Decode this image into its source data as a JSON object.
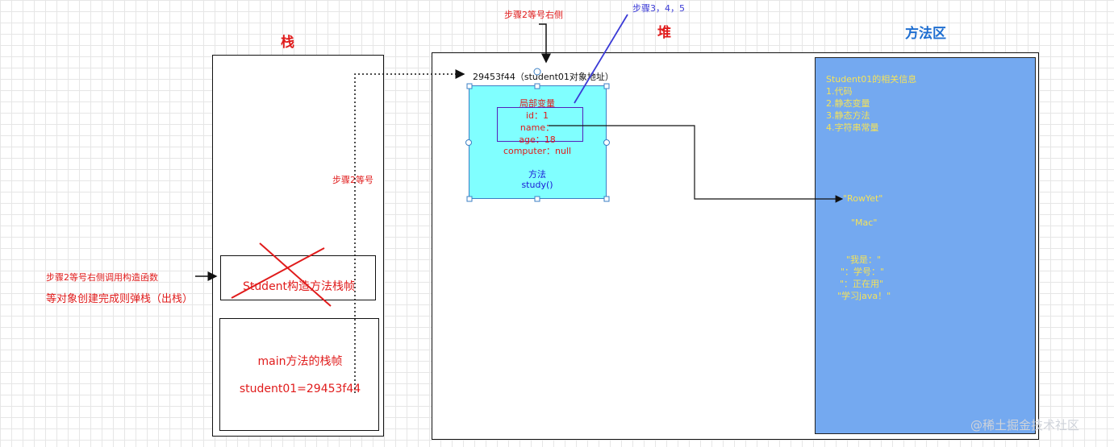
{
  "sections": {
    "stack": "栈",
    "heap": "堆",
    "method_area": "方法区"
  },
  "annotations": {
    "step2_right": "步骤2等号右侧",
    "step345": "步骤3，4，5",
    "step2_equals": "步骤2等号",
    "constructor_note_1": "步骤2等号右侧调用构造函数",
    "constructor_note_2": "等对象创建完成则弹栈（出栈）"
  },
  "heap": {
    "address_label": "29453f44（student01对象地址）",
    "object": {
      "local_vars_title": "局部变量",
      "fields": [
        "id：1",
        "name：",
        "age：18"
      ],
      "computer_field": "computer：null",
      "method_title": "方法",
      "method_name": "study()"
    }
  },
  "stack_frames": {
    "constructor_frame": "Student构造方法栈帧",
    "main_frame_title": "main方法的栈帧",
    "main_frame_var": "student01=29453f44"
  },
  "method_area": {
    "info_lines": [
      "Student01的相关信息",
      "1.代码",
      "2.静态变量",
      "3.静态方法",
      "4.字符串常量"
    ],
    "strings": [
      "\"RowYet\"",
      "\"Mac\"",
      "\"我是：\"",
      "\"：学号：\"",
      "\"：正在用\"",
      "\"学习java！\""
    ]
  },
  "watermark": "@稀土掘金技术社区",
  "colors": {
    "red": "#e01b1b",
    "blue_title": "#1f6fd1",
    "object_fill": "#80ffff",
    "method_area_fill": "#74a9f0",
    "method_area_text": "#f4e25a",
    "inner_border": "#5522bb"
  }
}
